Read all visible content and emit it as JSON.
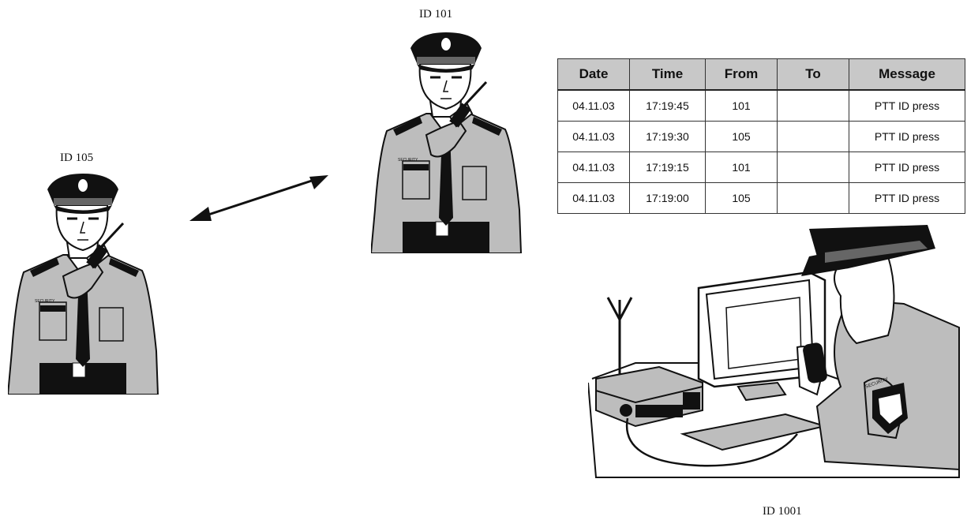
{
  "labels": {
    "guard_left": "ID 105",
    "guard_top": "ID 101",
    "dispatcher": "ID 1001"
  },
  "log_table": {
    "headers": [
      "Date",
      "Time",
      "From",
      "To",
      "Message"
    ],
    "rows": [
      [
        "04.11.03",
        "17:19:45",
        "101",
        "",
        "PTT ID press"
      ],
      [
        "04.11.03",
        "17:19:30",
        "105",
        "",
        "PTT ID press"
      ],
      [
        "04.11.03",
        "17:19:15",
        "101",
        "",
        "PTT ID press"
      ],
      [
        "04.11.03",
        "17:19:00",
        "105",
        "",
        "PTT ID press"
      ]
    ]
  },
  "badges": {
    "chest_badge": "SECURITY",
    "sleeve_patch": "SECURITY"
  },
  "colors": {
    "shirt": "#bdbdbd",
    "dark": "#111111",
    "table_header": "#c8c8c8"
  }
}
